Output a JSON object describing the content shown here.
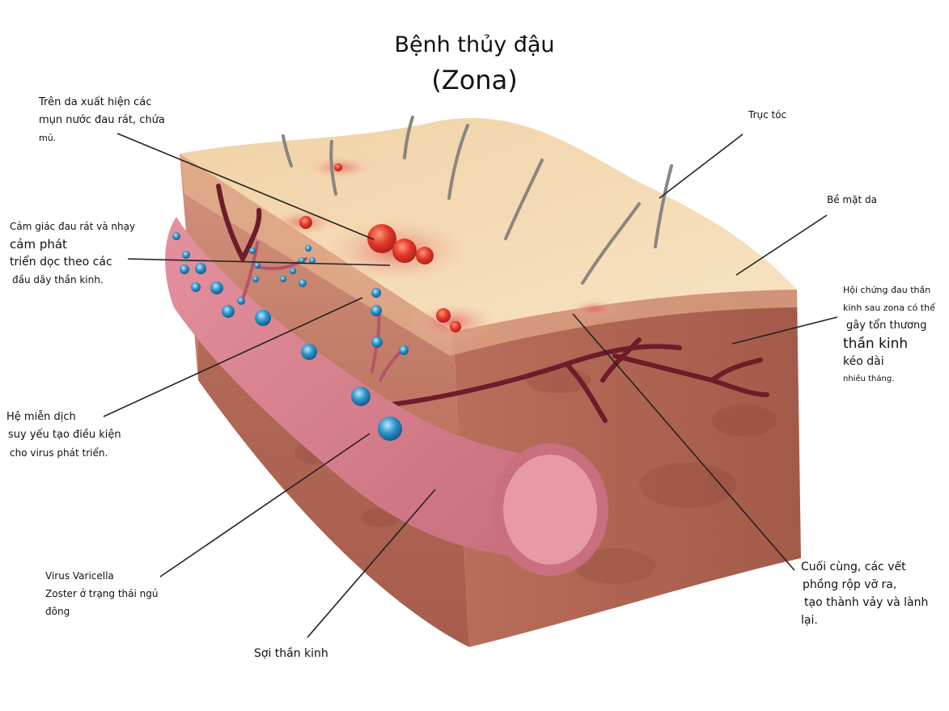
{
  "title": {
    "line1": "Bệnh thủy đậu",
    "line2": "(Zona)"
  },
  "labels": {
    "blisters": [
      "Trên da xuất hiện các",
      "mụn nước đau rát, chứa",
      "mủ."
    ],
    "hair": [
      "Trục tóc"
    ],
    "surface": [
      "Bề mặt da"
    ],
    "pain_spread": [
      "Cảm giác đau rát và nhạy",
      "cảm phát",
      "triển dọc theo các",
      "đầu dây thần kinh."
    ],
    "postherpetic": [
      "Hội chứng đau thần",
      "kinh sau zona có thể",
      "gây tổn thương",
      "thần kinh",
      "kéo dài",
      "nhiều tháng."
    ],
    "immune": [
      "Hệ miễn dịch",
      "suy yếu tạo điều kiện",
      "cho virus phát triển."
    ],
    "virus": [
      "Virus Varicella",
      "Zoster ở trạng thái ngủ",
      "đông"
    ],
    "nerve": [
      "Sợi thần kinh"
    ],
    "healing": [
      "Cuối cùng, các vết",
      "phồng rộp vỡ ra,",
      "tạo thành vảy và lành",
      "lại."
    ]
  },
  "colors": {
    "skin_top": "#f6dcb4",
    "skin_side": "#c9806d",
    "skin_front": "#b86e5c",
    "nerve": "#d9828f",
    "virus": "#3aa6d8",
    "blister": "#e03a2a",
    "vessel": "#6e1c2a"
  }
}
